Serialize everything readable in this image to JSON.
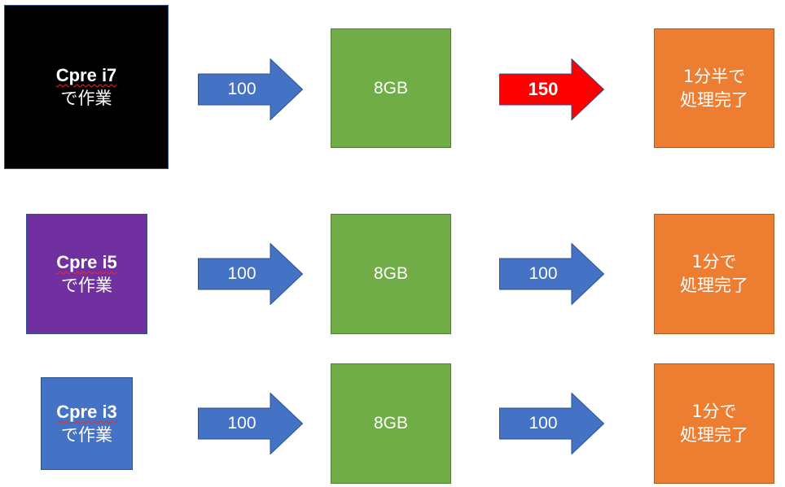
{
  "rows": [
    {
      "cpu": {
        "name": "Cpre i7",
        "note": "で作業",
        "color": "#000000"
      },
      "arrow1": {
        "label": "100",
        "color": "#4472c4",
        "bold": false
      },
      "memory": {
        "label": "8GB",
        "color": "#70ad47"
      },
      "arrow2": {
        "label": "150",
        "color": "#ff0000",
        "bold": true
      },
      "result": {
        "line1": "1分半で",
        "line2": "処理完了",
        "color": "#ed7d31"
      }
    },
    {
      "cpu": {
        "name": "Cpre i5",
        "note": "で作業",
        "color": "#7030a0"
      },
      "arrow1": {
        "label": "100",
        "color": "#4472c4",
        "bold": false
      },
      "memory": {
        "label": "8GB",
        "color": "#70ad47"
      },
      "arrow2": {
        "label": "100",
        "color": "#4472c4",
        "bold": false
      },
      "result": {
        "line1": "1分で",
        "line2": "処理完了",
        "color": "#ed7d31"
      }
    },
    {
      "cpu": {
        "name": "Cpre i3",
        "note": "で作業",
        "color": "#4472c4"
      },
      "arrow1": {
        "label": "100",
        "color": "#4472c4",
        "bold": false
      },
      "memory": {
        "label": "8GB",
        "color": "#70ad47"
      },
      "arrow2": {
        "label": "100",
        "color": "#4472c4",
        "bold": false
      },
      "result": {
        "line1": "1分で",
        "line2": "処理完了",
        "color": "#ed7d31"
      }
    }
  ]
}
